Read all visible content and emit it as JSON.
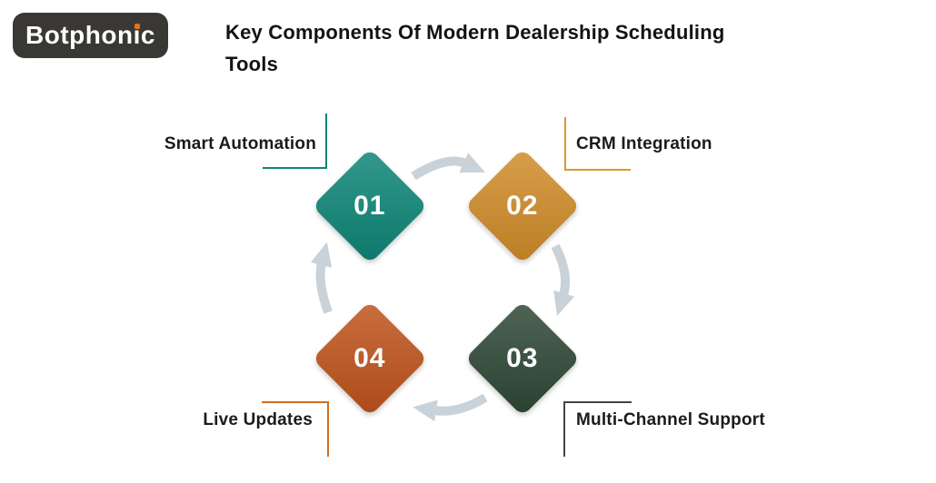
{
  "logo": {
    "text": "Botphonic",
    "display_prefix": "Botphon",
    "display_i": "ı",
    "display_suffix": "c",
    "bg_color": "#3a3835",
    "text_color": "#ffffff",
    "dot_color": "#e8721c"
  },
  "title": {
    "line1": "Key Components Of Modern Dealership Scheduling",
    "line2": "Tools"
  },
  "diagram": {
    "arrow_color": "#c9d2d8",
    "steps": [
      {
        "number": "01",
        "label": "Smart Automation",
        "diamond_color": "#0d8577",
        "bracket_color": "#0d8577",
        "position": "top-left"
      },
      {
        "number": "02",
        "label": "CRM Integration",
        "diamond_color": "#d08c28",
        "bracket_color": "#dd9637",
        "position": "top-right"
      },
      {
        "number": "03",
        "label": "Multi-Channel Support",
        "diamond_color": "#2e4736",
        "bracket_color": "#3f4648",
        "position": "bottom-right"
      },
      {
        "number": "04",
        "label": "Live Updates",
        "diamond_color": "#bf531b",
        "bracket_color": "#cf6f1e",
        "position": "bottom-left"
      }
    ]
  }
}
